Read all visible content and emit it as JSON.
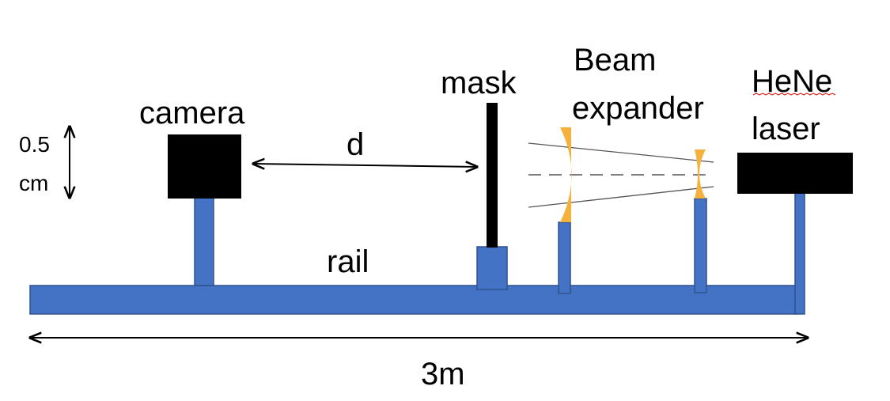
{
  "labels": {
    "camera": "camera",
    "mask": "mask",
    "beam_expander_line1": "Beam",
    "beam_expander_line2": "expander",
    "laser_line1": "HeNe",
    "laser_line2": "laser",
    "rail": "rail",
    "distance": "d",
    "rail_length": "3m",
    "height_value": "0.5",
    "height_unit": "cm"
  },
  "colors": {
    "rail": "#4472C4",
    "rail_border": "#2F528F",
    "component": "#000000",
    "lens": "#F4B13E",
    "beam_line": "#555555",
    "spellcheck": "#E02020"
  }
}
